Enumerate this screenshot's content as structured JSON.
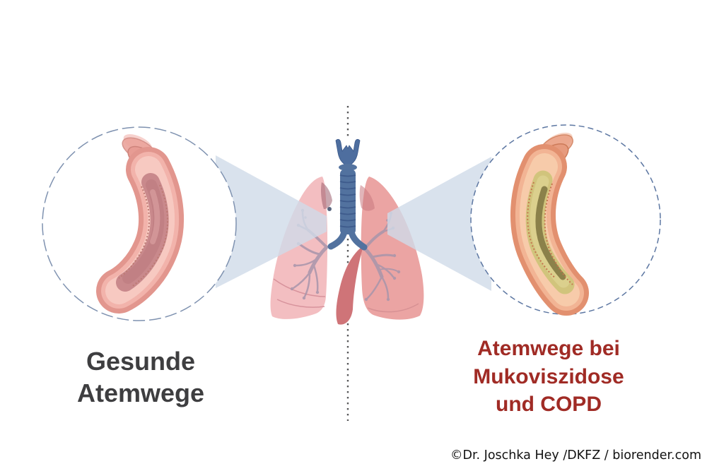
{
  "labels": {
    "healthy_airways": {
      "text": "Gesunde\nAtemwege",
      "color": "#3e3e40"
    },
    "cf_copd_airways": {
      "text": "Atemwege bei\nMukoviszidose\nund COPD",
      "color": "#a02b25"
    }
  },
  "attribution": {
    "text": "©Dr. Joschka Hey /DKFZ / biorender.com",
    "color": "#121212"
  },
  "illustration": {
    "center_icon": "lungs-with-trachea-icon",
    "left_inset_icon": "healthy-airway-cross-section-icon",
    "right_inset_icon": "mucus-filled-airway-cross-section-icon",
    "divider_style": "vertical-dotted-line",
    "colors": {
      "left_lung_pink": "#f3bec1",
      "right_lung_salmon": "#eba4a3",
      "right_lung_dark_lobe": "#cf7478",
      "trachea_blue": "#52729f",
      "bronchial_tree_mauve": "#a895ab",
      "zoom_beam_blue": "#d7e1ee",
      "inset_circle_border": "#6d84a8",
      "healthy_airway_wall": "#f2b3ab",
      "healthy_airway_lumen": "#c9898c",
      "diseased_airway_wall": "#f2b494",
      "mucus_fill": "#d1c47c",
      "mucus_core": "#8b814a",
      "divider_gray": "#58585a"
    }
  }
}
